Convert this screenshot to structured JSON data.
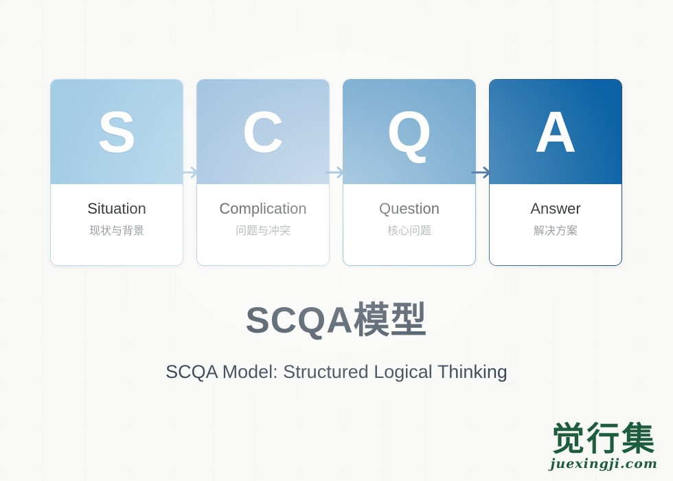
{
  "background": {
    "color": "#f8f8f6"
  },
  "diagram": {
    "steps": [
      {
        "letter": "S",
        "title": "Situation",
        "subtitle": "现状与背景",
        "header_color": "#a3cce5",
        "border_color": "#b7d8ea"
      },
      {
        "letter": "C",
        "title": "Complication",
        "subtitle": "问题与冲突",
        "header_color": "#91b7d9",
        "border_color": "#a8c6de"
      },
      {
        "letter": "Q",
        "title": "Question",
        "subtitle": "核心问题",
        "header_color": "#5193c2",
        "border_color": "#5b95c0"
      },
      {
        "letter": "A",
        "title": "Answer",
        "subtitle": "解决方案",
        "header_color": "#0d63a5",
        "border_color": "#15487e"
      }
    ],
    "arrows": [
      {
        "name": "arrow-s-to-c",
        "color": "#9dc3dd"
      },
      {
        "name": "arrow-c-to-q",
        "color": "#5e9ac5"
      },
      {
        "name": "arrow-q-to-a",
        "color": "#1c4f86"
      }
    ]
  },
  "headline": {
    "title": "SCQA模型",
    "subtitle": "SCQA Model: Structured Logical Thinking",
    "color": "#2f3e4c"
  },
  "watermark": {
    "chinese": "觉行集",
    "domain": "juexingji.com",
    "color": "#1d5c3c"
  }
}
